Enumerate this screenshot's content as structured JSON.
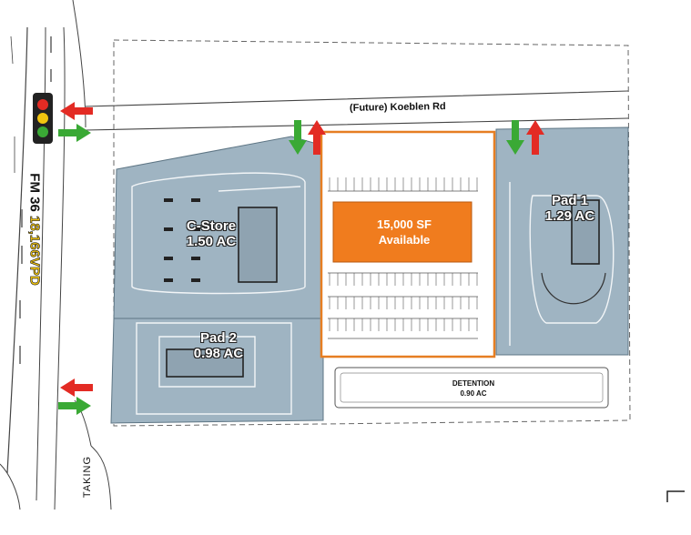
{
  "road": {
    "name": "(Future) Koeblen Rd"
  },
  "highway": {
    "name": "FM 36",
    "traffic": "18,166VPD"
  },
  "sites": {
    "cstore": {
      "name": "C-Store",
      "area": "1.50 AC"
    },
    "pad2": {
      "name": "Pad 2",
      "area": "0.98 AC"
    },
    "pad1": {
      "name": "Pad 1",
      "area": "1.29 AC"
    },
    "available": {
      "size": "15,000 SF",
      "status": "Available"
    },
    "detention": {
      "name": "DETENTION",
      "area": "0.90 AC"
    }
  },
  "taking_label": "TAKING",
  "colors": {
    "parcel": "#9fb4c2",
    "available_outline": "#e67e22",
    "available_fill": "#f07c1e",
    "arrow_in": "#3aa935",
    "arrow_out": "#e32b24",
    "traffic_signal": "#222222"
  }
}
